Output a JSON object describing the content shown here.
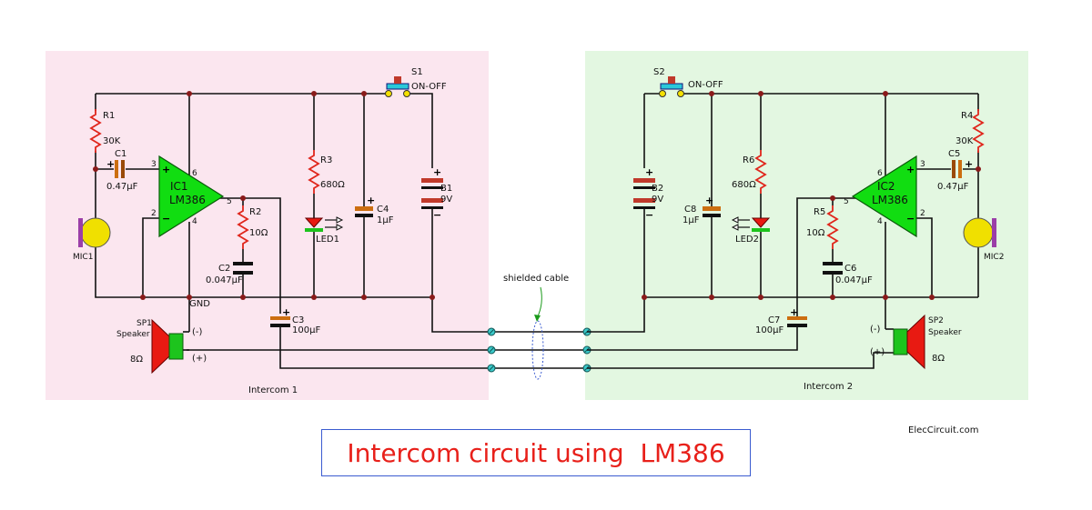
{
  "title": "Intercom circuit using  LM386",
  "brand": "ElecCircuit.com",
  "cable_label": "shielded cable",
  "panel1": {
    "name": "Intercom 1",
    "switch": {
      "ref": "S1",
      "label": "ON-OFF"
    },
    "r1": {
      "ref": "R1",
      "value": "30K"
    },
    "c1": {
      "ref": "C1",
      "value": "0.47μF"
    },
    "ic": {
      "ref": "IC1",
      "part": "LM386",
      "pins": {
        "p2": "2",
        "p3": "3",
        "p4": "4",
        "p5": "5",
        "p6": "6"
      }
    },
    "r2": {
      "ref": "R2",
      "value": "10Ω"
    },
    "c2": {
      "ref": "C2",
      "value": "0.047μF"
    },
    "r3": {
      "ref": "R3",
      "value": "680Ω"
    },
    "led": {
      "ref": "LED1"
    },
    "c4": {
      "ref": "C4",
      "value": "1μF"
    },
    "battery": {
      "ref": "B1",
      "value": "9V"
    },
    "c3": {
      "ref": "C3",
      "value": "100μF"
    },
    "mic": {
      "ref": "MIC1"
    },
    "gnd": "GND",
    "speaker": {
      "ref": "SP1",
      "name": "Speaker",
      "impedance": "8Ω",
      "neg": "(-)",
      "pos": "(+)"
    }
  },
  "panel2": {
    "name": "Intercom 2",
    "switch": {
      "ref": "S2",
      "label": "ON-OFF"
    },
    "r4": {
      "ref": "R4",
      "value": "30K"
    },
    "c5": {
      "ref": "C5",
      "value": "0.47μF"
    },
    "ic": {
      "ref": "IC2",
      "part": "LM386",
      "pins": {
        "p2": "2",
        "p3": "3",
        "p4": "4",
        "p5": "5",
        "p6": "6"
      }
    },
    "r5": {
      "ref": "R5",
      "value": "10Ω"
    },
    "c6": {
      "ref": "C6",
      "value": "0.047μF"
    },
    "r6": {
      "ref": "R6",
      "value": "680Ω"
    },
    "led": {
      "ref": "LED2"
    },
    "c8": {
      "ref": "C8",
      "value": "1μF"
    },
    "battery": {
      "ref": "B2",
      "value": "9V"
    },
    "c7": {
      "ref": "C7",
      "value": "100μF"
    },
    "mic": {
      "ref": "MIC2"
    },
    "speaker": {
      "ref": "SP2",
      "name": "Speaker",
      "impedance": "8Ω",
      "neg": "(-)",
      "pos": "(+)"
    }
  },
  "colors": {
    "panel1_bg": "#fbe6ef",
    "panel2_bg": "#e3f7e1",
    "opamp": "#11dd11",
    "resistor": "#e0251b",
    "capacitor": "#cc6e10",
    "mic": "#f0e000",
    "mic_plate": "#9b3ea8",
    "speaker_cone": "#e81a12",
    "speaker_magnet": "#1dc41d",
    "switch": "#2bc8d8",
    "title": "#e8201a"
  }
}
